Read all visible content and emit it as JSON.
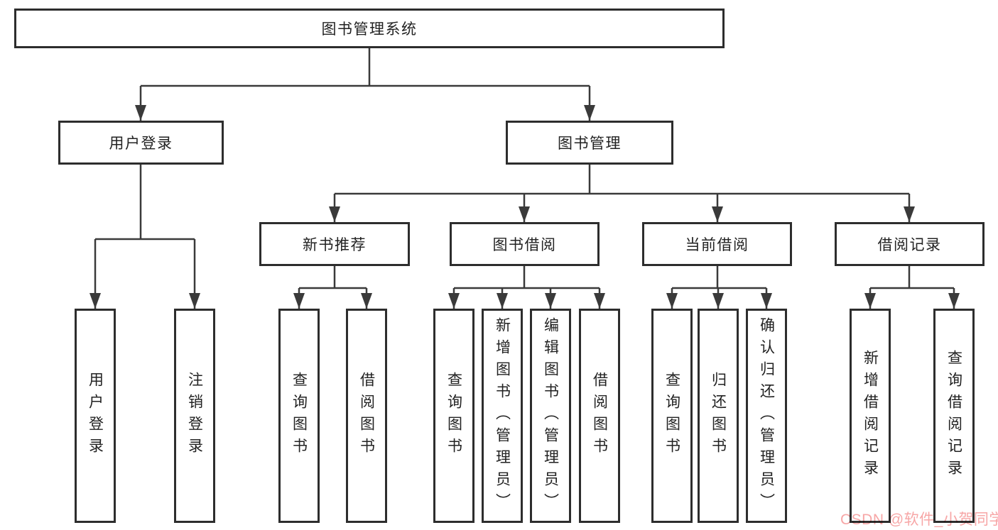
{
  "watermark": {
    "text": "CSDN @软件_小贺同学",
    "color": "#f7a6a6"
  },
  "colors": {
    "background": "#ffffff",
    "box_border": "#2d2d2d",
    "connector_line": "#3a3a3a",
    "text": "#222222"
  },
  "tree": {
    "root": {
      "label": "图书管理系统"
    },
    "children": [
      {
        "label": "用户登录",
        "children": [
          {
            "label": "用户登录"
          },
          {
            "label": "注销登录"
          }
        ]
      },
      {
        "label": "图书管理",
        "children": [
          {
            "label": "新书推荐",
            "children": [
              {
                "label": "查询图书"
              },
              {
                "label": "借阅图书"
              }
            ]
          },
          {
            "label": "图书借阅",
            "children": [
              {
                "label": "查询图书"
              },
              {
                "label": "新增图书（管理员）"
              },
              {
                "label": "编辑图书（管理员）"
              },
              {
                "label": "借阅图书"
              }
            ]
          },
          {
            "label": "当前借阅",
            "children": [
              {
                "label": "查询图书"
              },
              {
                "label": "归还图书"
              },
              {
                "label": "确认归还（管理员）"
              }
            ]
          },
          {
            "label": "借阅记录",
            "children": [
              {
                "label": "新增借阅记录"
              },
              {
                "label": "查询借阅记录"
              }
            ]
          }
        ]
      }
    ]
  }
}
